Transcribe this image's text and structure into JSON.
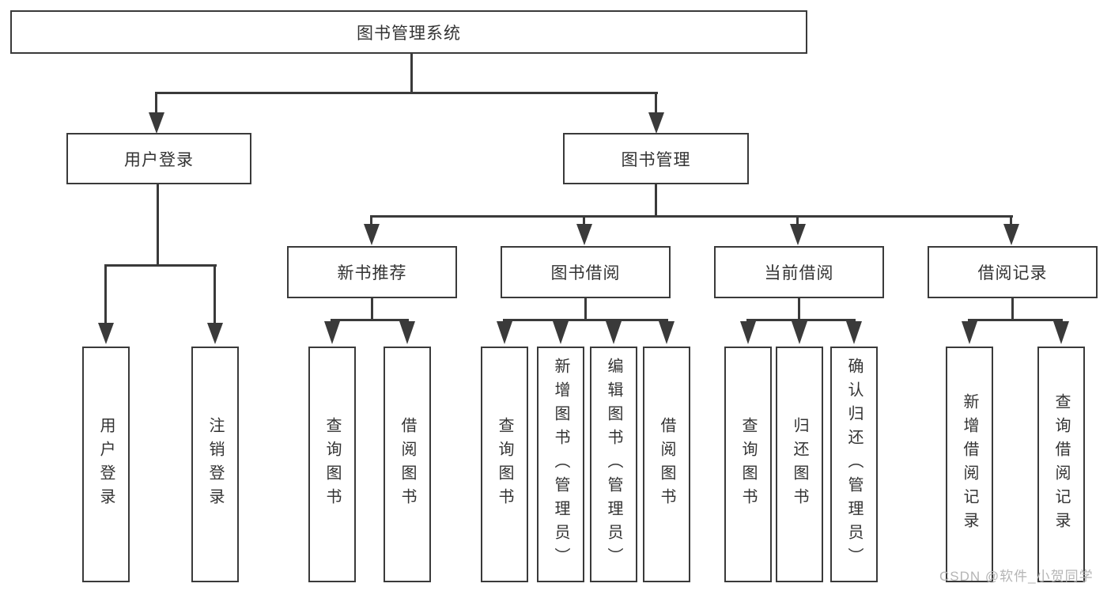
{
  "colors": {
    "line": "#3a3a3a",
    "text": "#333333",
    "watermark": "#b5b5b5",
    "background": "#ffffff"
  },
  "root": {
    "label": "图书管理系统"
  },
  "branches": {
    "user": {
      "label": "用户登录",
      "leaves": [
        "用户登录",
        "注销登录"
      ]
    },
    "books": {
      "label": "图书管理",
      "sections": [
        {
          "label": "新书推荐",
          "leaves": [
            "查询图书",
            "借阅图书"
          ]
        },
        {
          "label": "图书借阅",
          "leaves": [
            "查询图书",
            "新增图书（管理员）",
            "编辑图书（管理员）",
            "借阅图书"
          ]
        },
        {
          "label": "当前借阅",
          "leaves": [
            "查询图书",
            "归还图书",
            "确认归还（管理员）"
          ]
        },
        {
          "label": "借阅记录",
          "leaves": [
            "新增借阅记录",
            "查询借阅记录"
          ]
        }
      ]
    }
  },
  "watermark": "CSDN @软件_小贺同学"
}
